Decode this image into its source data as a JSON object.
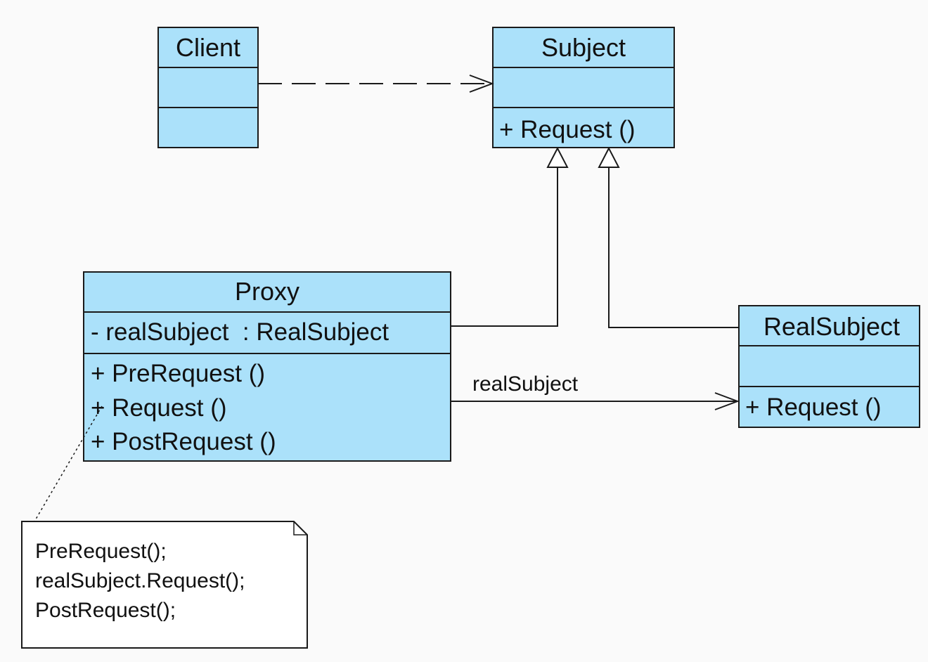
{
  "colors": {
    "class_fill": "#abe1fa",
    "stroke": "#1a1a1a",
    "note_fill": "#ffffff",
    "background": "#fafafa"
  },
  "classes": {
    "client": {
      "name": "Client"
    },
    "subject": {
      "name": "Subject",
      "operations": [
        "+ Request ()"
      ]
    },
    "proxy": {
      "name": "Proxy",
      "attributes": [
        "- realSubject  : RealSubject"
      ],
      "operations": [
        "+ PreRequest ()",
        "+ Request ()",
        "+ PostRequest ()"
      ]
    },
    "real_subject": {
      "name": "RealSubject",
      "operations": [
        "+ Request ()"
      ]
    }
  },
  "relations": {
    "association_label": "realSubject"
  },
  "note": {
    "lines": [
      "PreRequest();",
      "realSubject.Request();",
      "PostRequest();"
    ]
  }
}
